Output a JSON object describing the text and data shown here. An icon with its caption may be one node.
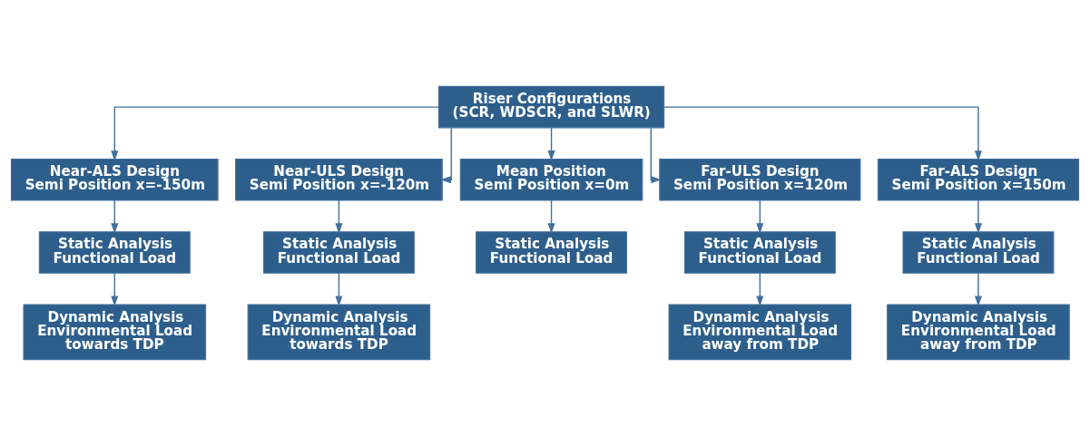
{
  "diagram": {
    "nodes": [
      {
        "text": [
          "Riser Configurations",
          "(SCR, WDSCR, and SLWR)"
        ]
      },
      {
        "text": [
          "Near-ALS Design",
          "Semi Position x=-150m"
        ]
      },
      {
        "text": [
          "Near-ULS Design",
          "Semi Position x=-120m"
        ]
      },
      {
        "text": [
          "Mean Position",
          "Semi Position x=0m"
        ]
      },
      {
        "text": [
          "Far-ULS Design",
          "Semi Position x=120m"
        ]
      },
      {
        "text": [
          "Far-ALS Design",
          "Semi Position x=150m"
        ]
      },
      {
        "text": [
          "Static Analysis",
          "Functional Load"
        ]
      },
      {
        "text": [
          "Static Analysis",
          "Functional Load"
        ]
      },
      {
        "text": [
          "Static Analysis",
          "Functional Load"
        ]
      },
      {
        "text": [
          "Static Analysis",
          "Functional Load"
        ]
      },
      {
        "text": [
          "Static Analysis",
          "Functional Load"
        ]
      },
      {
        "text": [
          "Dynamic Analysis",
          "Environmental Load",
          "towards TDP"
        ]
      },
      {
        "text": [
          "Dynamic Analysis",
          "Environmental Load",
          "towards TDP"
        ]
      },
      {
        "text": [
          "Dynamic Analysis",
          "Environmental Load",
          "away from TDP"
        ]
      },
      {
        "text": [
          "Dynamic Analysis",
          "Environmental Load",
          "away from TDP"
        ]
      }
    ],
    "edges": [
      {
        "from": 0,
        "to": 1,
        "arrow": "to"
      },
      {
        "from": 0,
        "to": 2,
        "arrow": "to"
      },
      {
        "from": 0,
        "to": 3,
        "arrow": "to"
      },
      {
        "from": 0,
        "to": 4,
        "arrow": "to"
      },
      {
        "from": 0,
        "to": 5,
        "arrow": "to"
      },
      {
        "from": 1,
        "to": 6,
        "arrow": "to"
      },
      {
        "from": 2,
        "to": 7,
        "arrow": "to"
      },
      {
        "from": 3,
        "to": 8,
        "arrow": "to"
      },
      {
        "from": 4,
        "to": 9,
        "arrow": "to"
      },
      {
        "from": 5,
        "to": 10,
        "arrow": "to"
      },
      {
        "from": 6,
        "to": 11,
        "arrow": "to"
      },
      {
        "from": 7,
        "to": 12,
        "arrow": "to"
      },
      {
        "from": 9,
        "to": 13,
        "arrow": "to"
      },
      {
        "from": 10,
        "to": 14,
        "arrow": "to"
      }
    ]
  }
}
